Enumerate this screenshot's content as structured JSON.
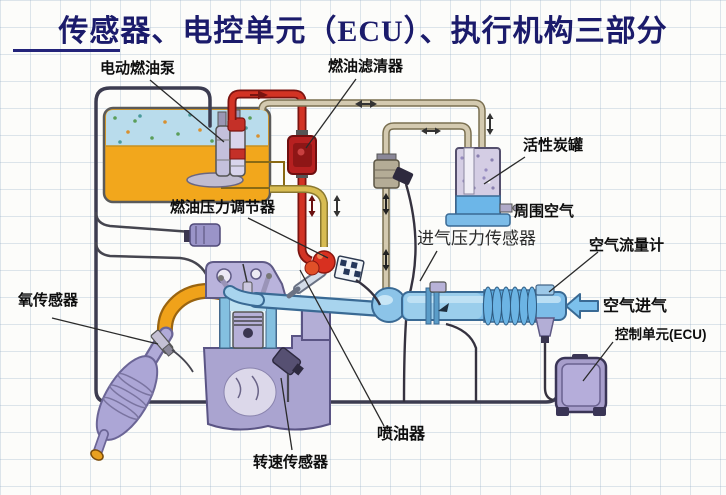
{
  "title": "传感器、电控单元（ECU）、执行机构三部分",
  "labels": {
    "fuel_pump": "电动燃油泵",
    "fuel_filter": "燃油滤清器",
    "carbon_canister": "活性炭罐",
    "ambient_air": "周围空气",
    "pressure_regulator": "燃油压力调节器",
    "map_sensor": "进气压力传感器",
    "air_flow_meter": "空气流量计",
    "air_intake": "空气进气",
    "ecu": "控制单元(ECU)",
    "o2_sensor": "氧传感器",
    "injector": "喷油器",
    "rpm_sensor": "转速传感器"
  },
  "colors": {
    "title_navy": "#1b1b6b",
    "fuel_orange": "#f2a71c",
    "vapor_blue": "#b9dcec",
    "fuel_pipe_red": "#d23324",
    "return_pipe_yellow": "#d8bc52",
    "vapor_pipe_tan": "#d4cab0",
    "intake_blue": "#7cbce8",
    "engine_lavender": "#b3aed6",
    "ecu_purple": "#a79ecb",
    "wire_gray": "#45454f",
    "arrow_blue": "#7cc0ec"
  }
}
